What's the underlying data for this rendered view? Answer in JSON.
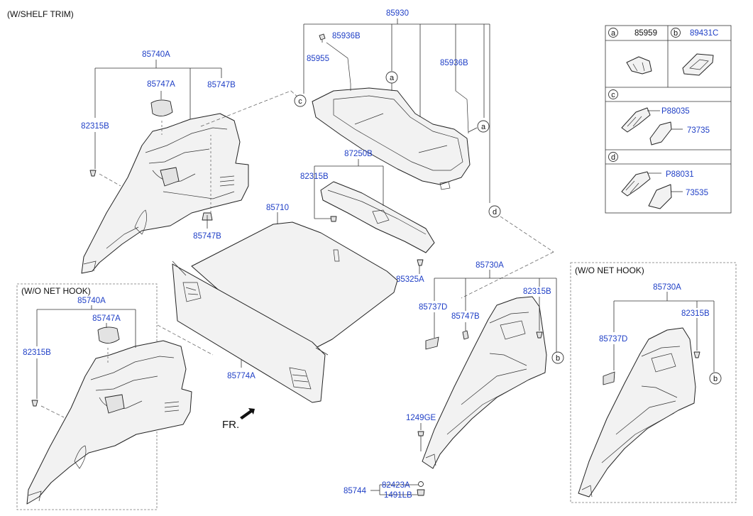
{
  "header": {
    "label": "(W/SHELF TRIM)"
  },
  "wo_net_hook_label": "(W/O NET HOOK)",
  "front_label": "FR.",
  "callout_letters": {
    "a": "a",
    "b": "b",
    "c": "c",
    "d": "d"
  },
  "parts": {
    "p85930": "85930",
    "p85936B_1": "85936B",
    "p85936B_2": "85936B",
    "p85955": "85955",
    "p85740A": "85740A",
    "p85747A": "85747A",
    "p85747B_1": "85747B",
    "p82315B_1": "82315B",
    "p85747B_2": "85747B",
    "p87250B": "87250B",
    "p82315B_2": "82315B",
    "p85710": "85710",
    "p85325A": "85325A",
    "p85774A": "85774A",
    "p85740A_2": "85740A",
    "p85747A_2": "85747A",
    "p82315B_3": "82315B",
    "p85730A": "85730A",
    "p85737D": "85737D",
    "p82315B_4": "82315B",
    "p85747B_3": "85747B",
    "p1249GE": "1249GE",
    "p85744": "85744",
    "p82423A": "82423A",
    "p1491LB": "1491LB",
    "p85730A_2": "85730A",
    "p82315B_5": "82315B",
    "p85737D_2": "85737D"
  },
  "legend": {
    "a_part": "85959",
    "b_part": "89431C",
    "c_part1": "P88035",
    "c_part2": "73735",
    "d_part1": "P88031",
    "d_part2": "73535"
  }
}
